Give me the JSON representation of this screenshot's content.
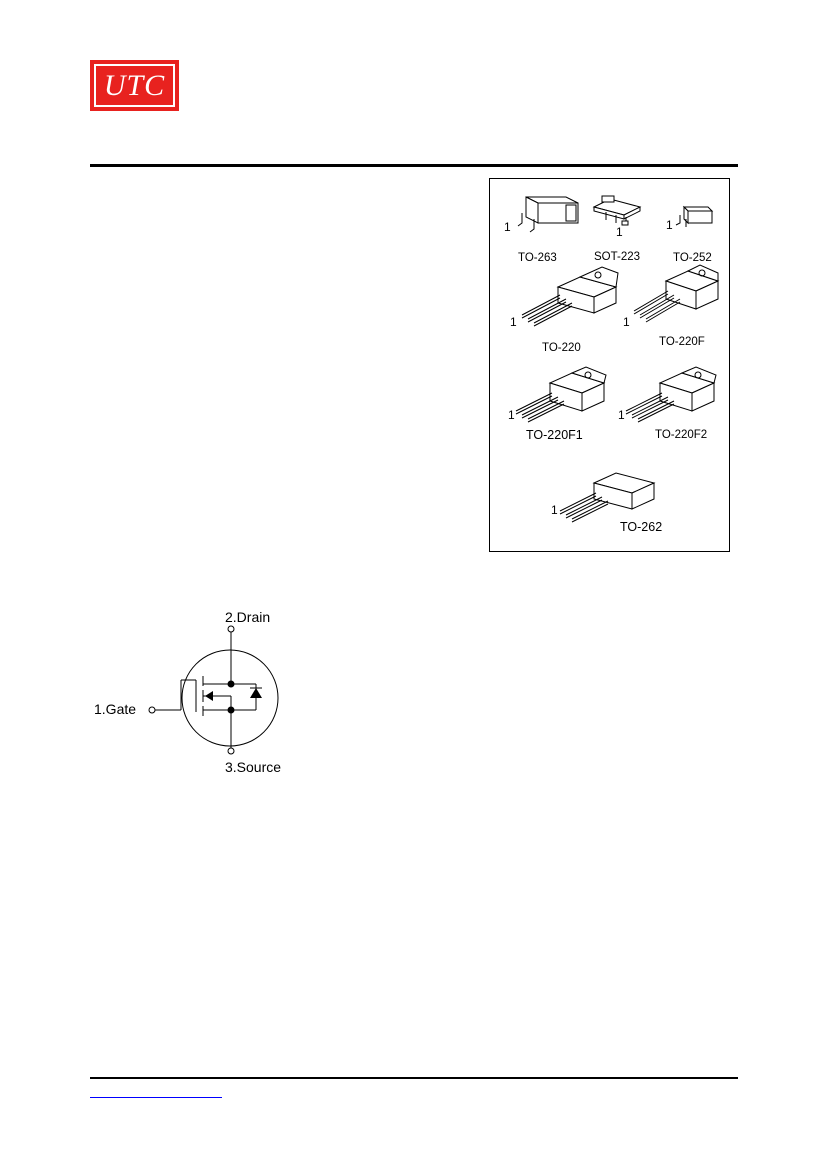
{
  "logo": {
    "text": "UTC",
    "color": "#e8221f"
  },
  "packages": {
    "pin_one": "1",
    "items": [
      {
        "id": "to263",
        "label": "TO-263"
      },
      {
        "id": "sot223",
        "label": "SOT-223"
      },
      {
        "id": "to252",
        "label": "TO-252"
      },
      {
        "id": "to220",
        "label": "TO-220"
      },
      {
        "id": "to220f",
        "label": "TO-220F"
      },
      {
        "id": "to220f1",
        "label": "TO-220F1"
      },
      {
        "id": "to220f2",
        "label": "TO-220F2"
      },
      {
        "id": "to262",
        "label": "TO-262"
      }
    ]
  },
  "symbol": {
    "drain": "2.Drain",
    "gate": "1.Gate",
    "source": "3.Source"
  },
  "footer": {
    "link_text": ""
  }
}
